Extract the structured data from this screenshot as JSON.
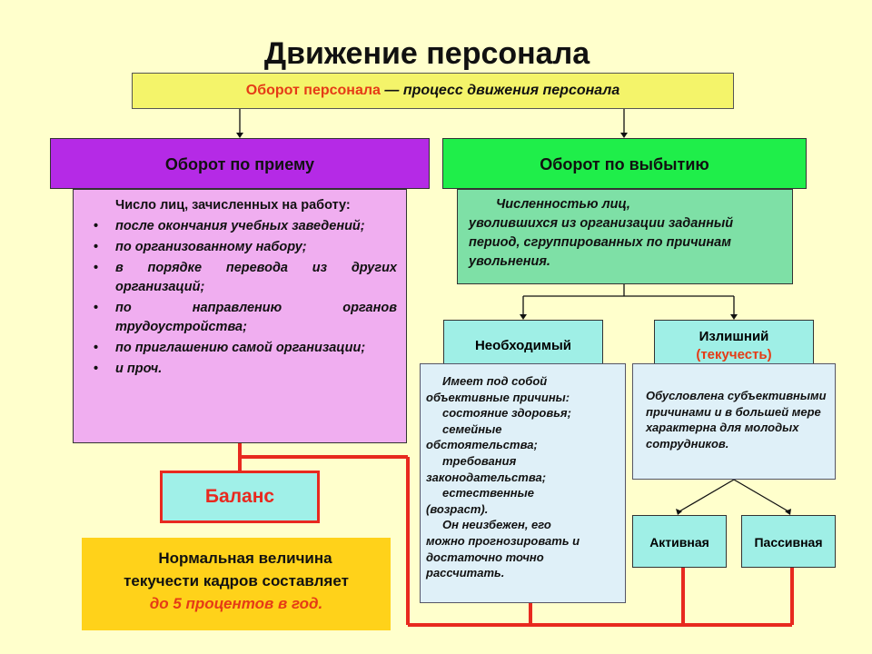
{
  "title": "Движение персонала",
  "definition": {
    "term": "Оборот персонала",
    "dash": " — ",
    "text": "процесс движения персонала"
  },
  "hire": {
    "heading": "Оборот по приему",
    "intro": "Число лиц, зачисленных на работу:",
    "items": [
      "после окончания учебных заведений;",
      "по организованному набору;",
      "в порядке перевода из других организаций;",
      "по направлению органов трудоустройства;",
      "по приглашению самой организации;",
      "и проч."
    ]
  },
  "exit": {
    "heading": "Оборот по выбытию",
    "line1": "Численностью лиц,",
    "rest": "уволившихся из организации заданный период, сгруппированных по причинам увольнения."
  },
  "necessary": {
    "heading": "Необходимый",
    "line1": "Имеет под собой",
    "line2": "объективные причины:",
    "l3": "состояние здоровья;",
    "l4": "семейные",
    "l5": "обстоятельства;",
    "l6": "требования",
    "l7": "законодательства;",
    "l8": "естественные",
    "l9": "(возраст).",
    "l10": "Он неизбежен, его",
    "l11": "можно прогнозировать и",
    "l12": "достаточно точно",
    "l13": "рассчитать."
  },
  "excess": {
    "heading": "Излишний",
    "sub": "(текучесть)",
    "body": "Обусловлена субъективными причинами и в большей мере характерна для молодых сотрудников."
  },
  "active": "Активная",
  "passive": "Пассивная",
  "balance": "Баланс",
  "norm": {
    "line1": "Нормальная величина",
    "line2": "текучести кадров составляет",
    "line3": "до 5 процентов в год."
  },
  "colors": {
    "background": "#ffffcc",
    "accent_red": "#e8291f",
    "hire_purple": "#b52ae6",
    "exit_green": "#1fee4a"
  }
}
